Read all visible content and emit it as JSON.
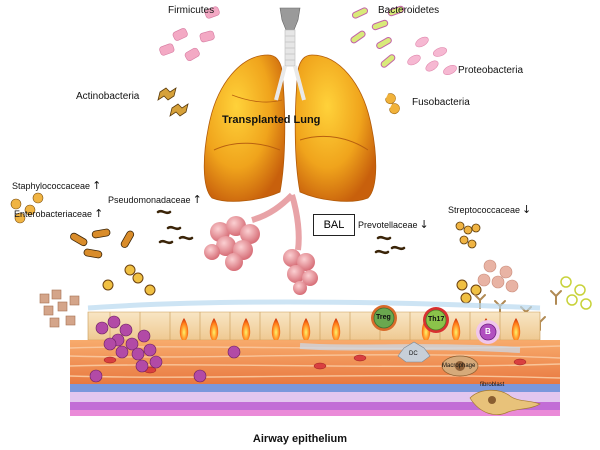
{
  "labels": {
    "firmicutes": "Firmicutes",
    "bacteroidetes": "Bacteroidetes",
    "proteobacteria": "Proteobacteria",
    "actinobacteria": "Actinobacteria",
    "fusobacteria": "Fusobacteria",
    "transplanted_lung": "Transplanted Lung",
    "staphylococcaceae": "Staphylococcaceae",
    "enterobacteriaceae": "Enterobacteriaceae",
    "pseudomonadaceae": "Pseudomonadaceae",
    "bal": "BAL",
    "prevotellaceae": "Prevotellaceae",
    "streptococcaceae": "Streptococcaceae",
    "treg": "Treg",
    "th17": "Th17",
    "b_cell": "B",
    "dc": "DC",
    "macrophage": "Macrophage",
    "fibroblast": "fibroblast",
    "airway_epithelium": "Airway epithelium"
  },
  "trend": {
    "staphylococcaceae": "up",
    "enterobacteriaceae": "up",
    "pseudomonadaceae": "up",
    "prevotellaceae": "down",
    "streptococcaceae": "down"
  },
  "icons": {
    "up": "↑",
    "down": "↓"
  },
  "colors": {
    "lung": "#f0a41c",
    "lung_dark": "#d8750f",
    "alveoli": "#e27f86",
    "firmicutes": "#f3a9c4",
    "bacteroidetes": "#d9ea7a",
    "proteobacteria": "#f6b8d2",
    "actinobacteria": "#d6a13a",
    "epithelium": "#f5dcb4",
    "muscle": "#f07b3a",
    "membrane_blue": "#5c7fd2",
    "membrane_purple": "#c86ad6",
    "treg": "#6aa84f",
    "th17": "#8bc34a",
    "b_cell": "#b14fc0",
    "dc": "#aab4c0",
    "macrophage": "#c89a6b"
  }
}
